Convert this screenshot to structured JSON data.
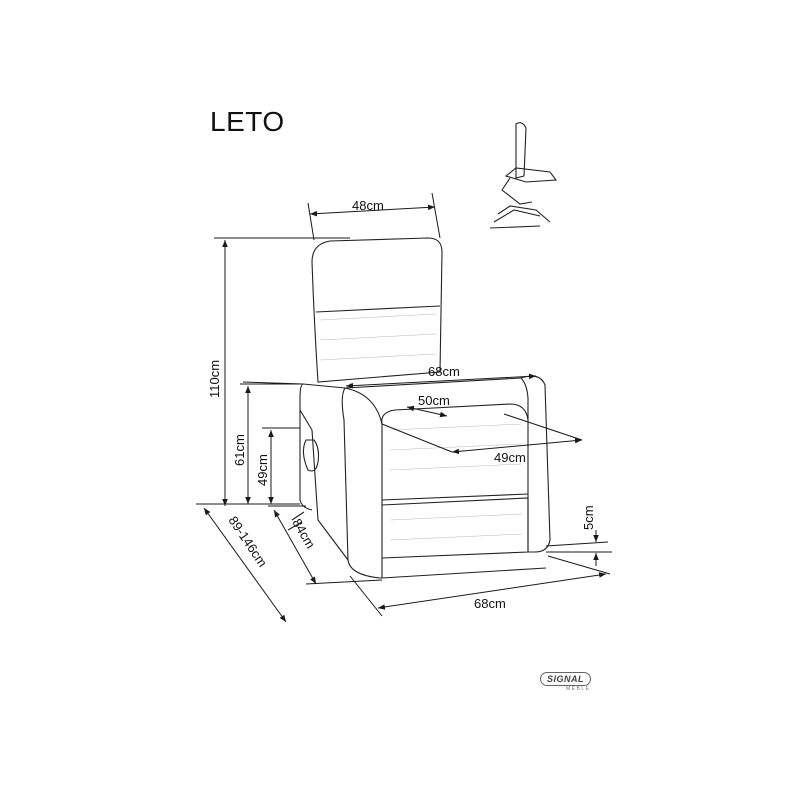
{
  "title": "LETO",
  "dimensions": {
    "back_width": "48cm",
    "total_height": "110cm",
    "armrest_height": "61cm",
    "seat_height": "49cm",
    "total_width": "68cm",
    "seat_width": "50cm",
    "seat_depth": "49cm",
    "depth_range": "89-146cm",
    "depth": "84cm",
    "base_width": "68cm",
    "ground_clearance": "5cm"
  },
  "brand": {
    "name": "SIGNAL",
    "sub": "MEBLE"
  }
}
